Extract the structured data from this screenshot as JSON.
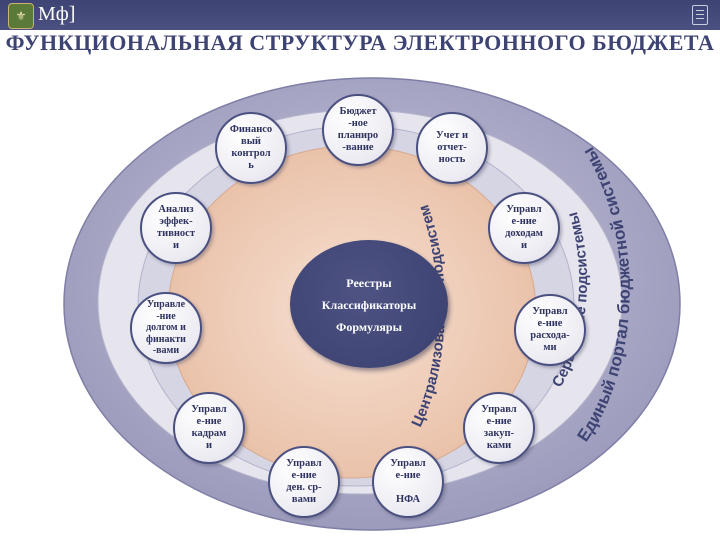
{
  "header": {
    "logo_glyph": "⚜",
    "ministry_abbr": "Мф]"
  },
  "title": "ФУНКЦИОНАЛЬНАЯ СТРУКТУРА ЭЛЕКТРОННОГО БЮДЖЕТА",
  "rings": {
    "outer_label": "Единый портал бюджетной системы",
    "middle_label": "Сервисные подсистемы",
    "inner_label": "Централизованные подсистемы"
  },
  "center": {
    "lines": [
      "Реестры",
      "Классификаторы",
      "Формуляры"
    ]
  },
  "nodes": [
    {
      "label": "Финансо\nвый\nконтрол\nь"
    },
    {
      "label": "Бюджет\n-ное\nпланиро\n-вание"
    },
    {
      "label": "Учет и\nотчет-\nность"
    },
    {
      "label": "Анализ\nэффек-\nтивност\nи"
    },
    {
      "label": "Управл\nе-ние\nдоходам\nи"
    },
    {
      "label": "Управле\n-ние\nдолгом и\nфинакти\n-вами"
    },
    {
      "label": "Управл\nе-ние\nрасхода-\nми"
    },
    {
      "label": "Управл\nе-ние\nкадрам\nи"
    },
    {
      "label": "Управл\nе-ние\nзакуп-\nками"
    },
    {
      "label": "Управл\nе-ние\nден. ср-\nвами"
    },
    {
      "label": "Управл\nе-ние\n\nНФА"
    }
  ],
  "colors": {
    "dark_navy": "#3d4373",
    "outer_ring": "#a9a8c6",
    "middle_ring": "#e2e1ea",
    "inner_ring": "#d9d8e6",
    "peach_disk": "#efcdb8"
  }
}
